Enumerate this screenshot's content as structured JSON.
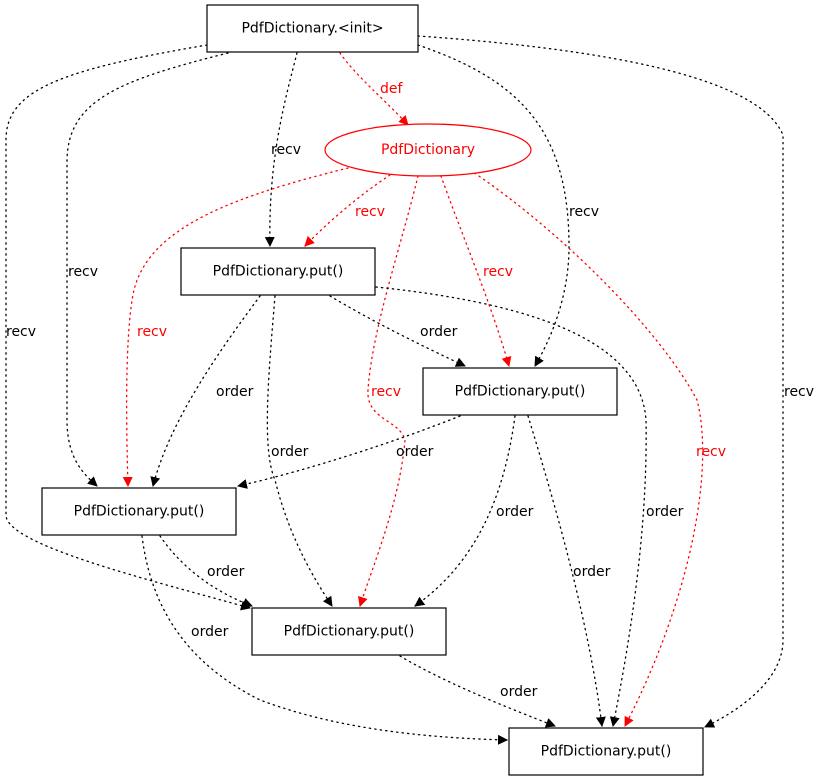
{
  "colors": {
    "default": "#000000",
    "highlight": "#ff0000"
  },
  "nodes": [
    {
      "id": "n0",
      "label": "PdfDictionary.<init>",
      "shape": "box",
      "color": "#000000"
    },
    {
      "id": "n1",
      "label": "PdfDictionary",
      "shape": "ellipse",
      "color": "#ff0000"
    },
    {
      "id": "n2",
      "label": "PdfDictionary.put()",
      "shape": "box",
      "color": "#000000"
    },
    {
      "id": "n3",
      "label": "PdfDictionary.put()",
      "shape": "box",
      "color": "#000000"
    },
    {
      "id": "n4",
      "label": "PdfDictionary.put()",
      "shape": "box",
      "color": "#000000"
    },
    {
      "id": "n5",
      "label": "PdfDictionary.put()",
      "shape": "box",
      "color": "#000000"
    },
    {
      "id": "n6",
      "label": "PdfDictionary.put()",
      "shape": "box",
      "color": "#000000"
    }
  ],
  "edges": [
    {
      "from": "n0",
      "to": "n1",
      "label": "def",
      "color": "#ff0000"
    },
    {
      "from": "n0",
      "to": "n2",
      "label": "recv",
      "color": "#000000"
    },
    {
      "from": "n0",
      "to": "n3",
      "label": "recv",
      "color": "#000000"
    },
    {
      "from": "n0",
      "to": "n4",
      "label": "recv",
      "color": "#000000"
    },
    {
      "from": "n0",
      "to": "n5",
      "label": "recv",
      "color": "#000000"
    },
    {
      "from": "n0",
      "to": "n6",
      "label": "recv",
      "color": "#000000"
    },
    {
      "from": "n1",
      "to": "n2",
      "label": "recv",
      "color": "#ff0000"
    },
    {
      "from": "n1",
      "to": "n3",
      "label": "recv",
      "color": "#ff0000"
    },
    {
      "from": "n1",
      "to": "n4",
      "label": "recv",
      "color": "#ff0000"
    },
    {
      "from": "n1",
      "to": "n5",
      "label": "recv",
      "color": "#ff0000"
    },
    {
      "from": "n1",
      "to": "n6",
      "label": "recv",
      "color": "#ff0000"
    },
    {
      "from": "n2",
      "to": "n3",
      "label": "order",
      "color": "#000000"
    },
    {
      "from": "n2",
      "to": "n4",
      "label": "order",
      "color": "#000000"
    },
    {
      "from": "n2",
      "to": "n5",
      "label": "order",
      "color": "#000000"
    },
    {
      "from": "n2",
      "to": "n6",
      "label": "order",
      "color": "#000000"
    },
    {
      "from": "n3",
      "to": "n4",
      "label": "order",
      "color": "#000000"
    },
    {
      "from": "n3",
      "to": "n5",
      "label": "order",
      "color": "#000000"
    },
    {
      "from": "n3",
      "to": "n6",
      "label": "order",
      "color": "#000000"
    },
    {
      "from": "n4",
      "to": "n5",
      "label": "order",
      "color": "#000000"
    },
    {
      "from": "n4",
      "to": "n6",
      "label": "order",
      "color": "#000000"
    },
    {
      "from": "n5",
      "to": "n6",
      "label": "order",
      "color": "#000000"
    }
  ]
}
